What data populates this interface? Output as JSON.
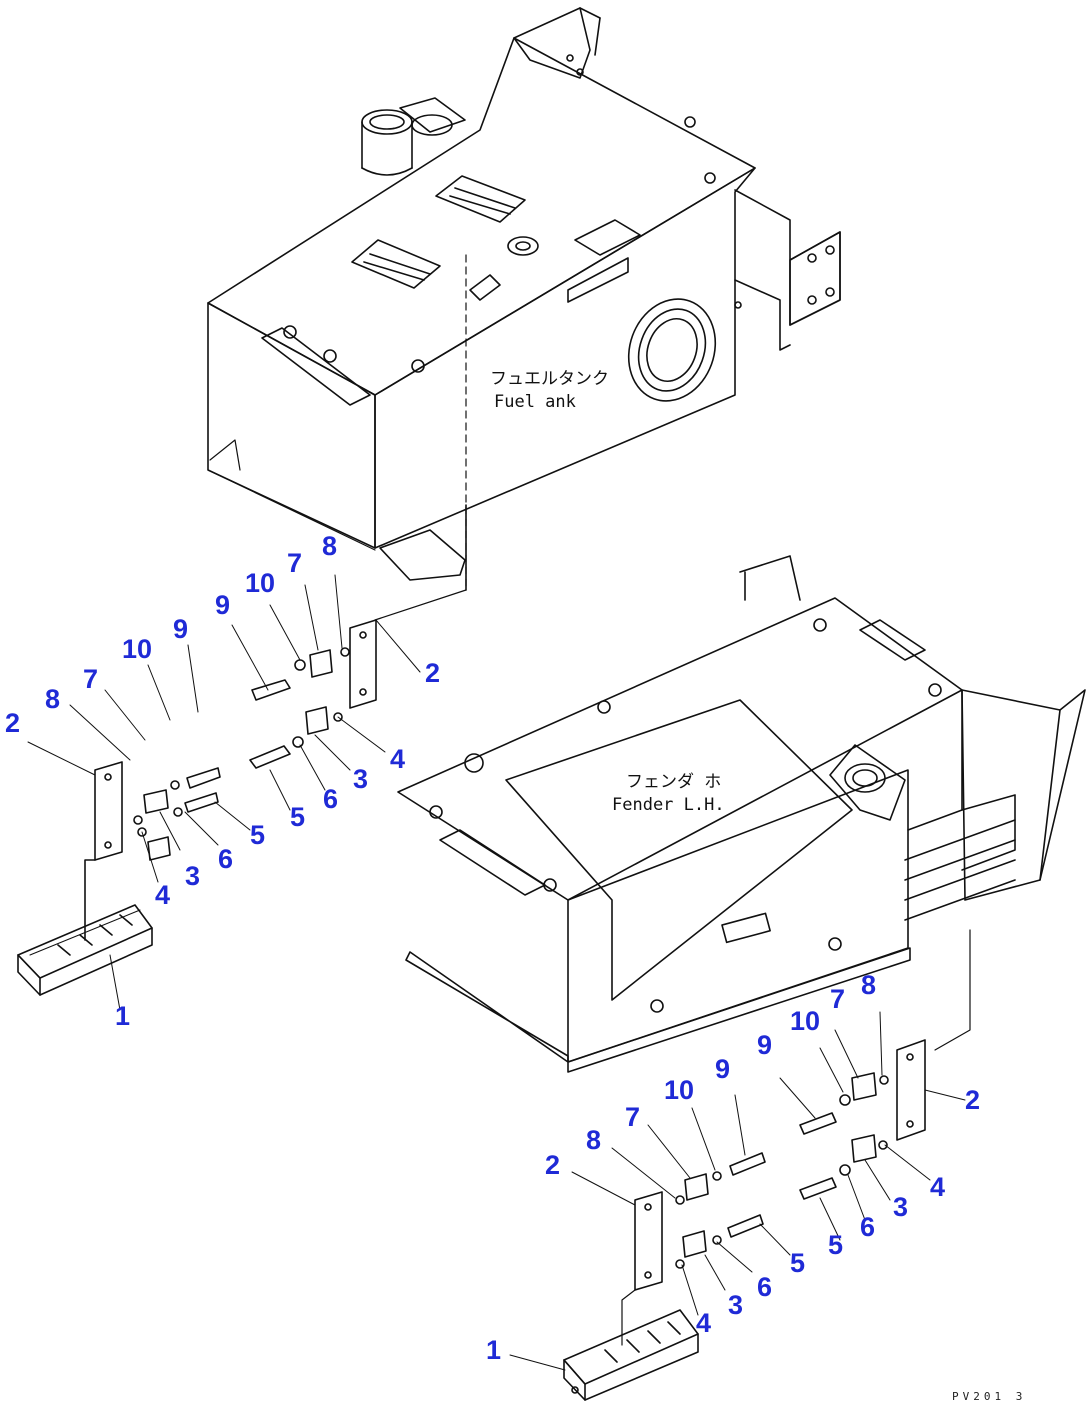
{
  "colors": {
    "callout": "#1f2ad6",
    "line": "#111111",
    "background": "#ffffff"
  },
  "labels": {
    "fuel_tank_jp": "フュエルタンク",
    "fuel_tank_en": "Fuel  ank",
    "fender_jp": "フェンダ ホ",
    "fender_en": "Fender L.H."
  },
  "drawing_code": "PV201 3",
  "callouts": {
    "tl_8": "8",
    "tl_7": "7",
    "tl_10": "10",
    "tl_9": "9",
    "tl_2": "2",
    "tl_4": "4",
    "tl_3": "3",
    "tl_5": "5",
    "tl_6": "6",
    "l_2": "2",
    "l_8": "8",
    "l_7": "7",
    "l_10": "10",
    "l_9": "9",
    "l_3": "3",
    "l_4": "4",
    "l_6": "6",
    "l_5": "5",
    "l_1": "1",
    "r_7": "7",
    "r_8": "8",
    "r_10": "10",
    "r_9": "9",
    "r_2": "2",
    "r_4": "4",
    "r_3": "3",
    "r_6": "6",
    "r_5": "5",
    "b_10": "10",
    "b_9": "9",
    "b_7": "7",
    "b_8": "8",
    "b_2": "2",
    "b_6": "6",
    "b_5": "5",
    "b_3": "3",
    "b_4": "4",
    "b_1": "1"
  }
}
